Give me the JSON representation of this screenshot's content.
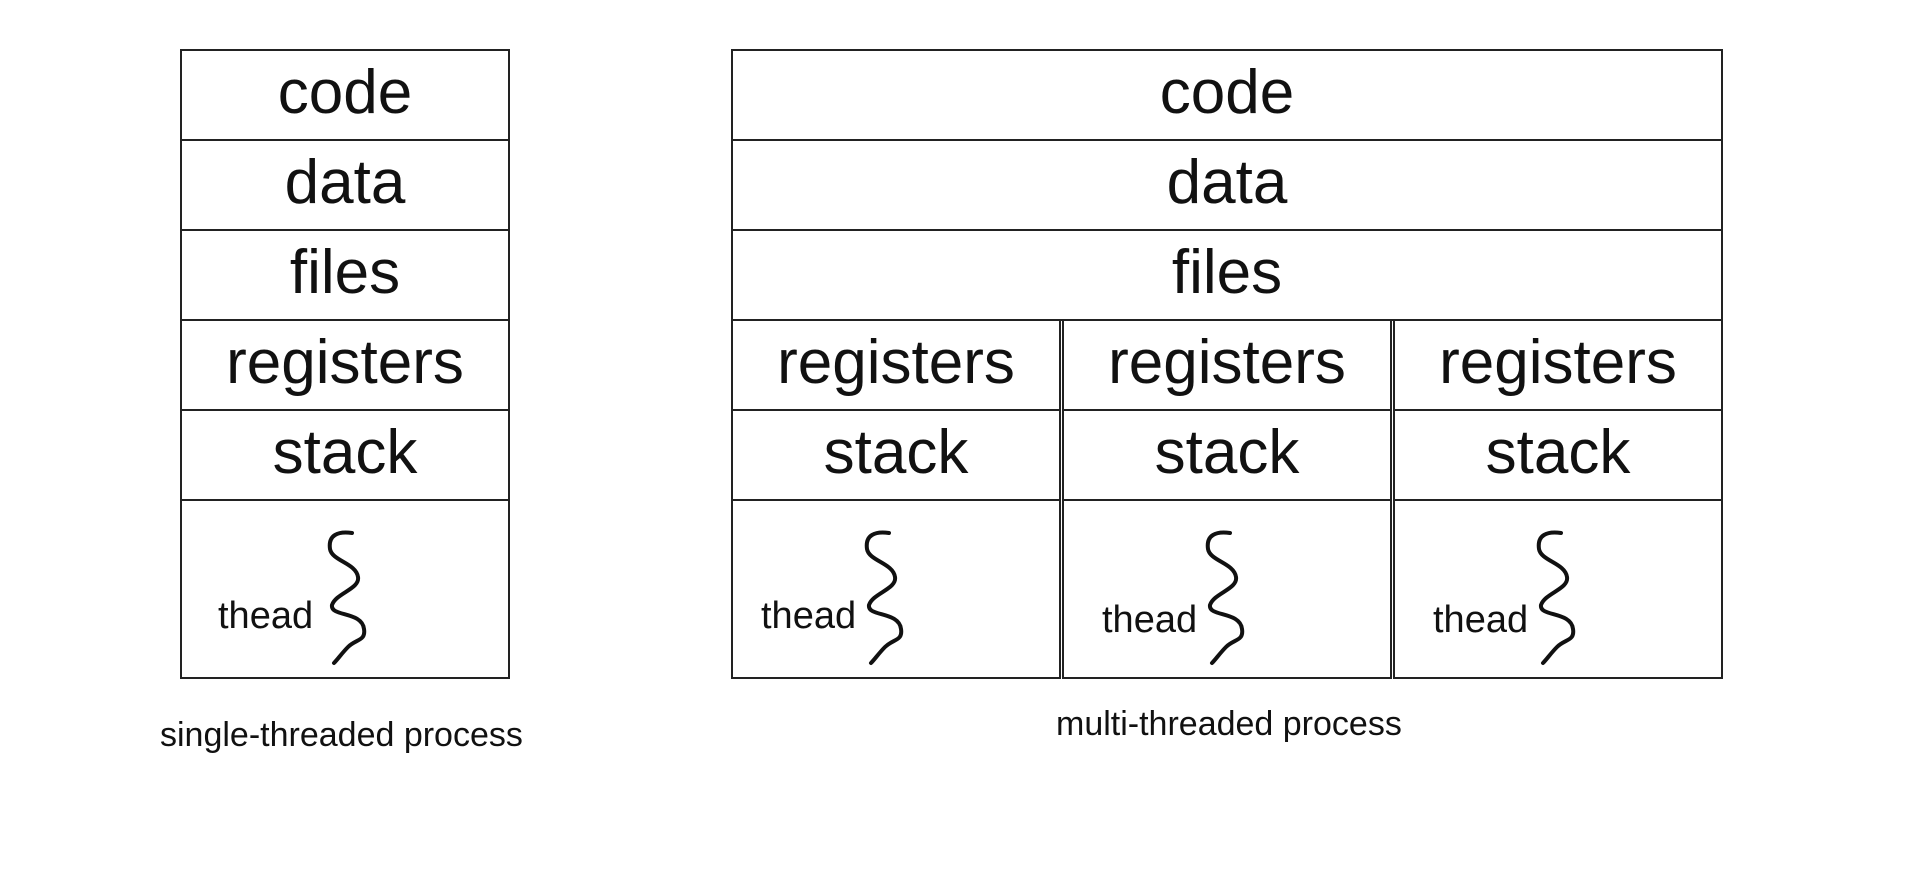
{
  "single": {
    "code": "code",
    "data": "data",
    "files": "files",
    "registers": "registers",
    "stack": "stack",
    "thread_label": "thead",
    "caption": "single-threaded process"
  },
  "multi": {
    "code": "code",
    "data": "data",
    "files": "files",
    "threads": [
      {
        "registers": "registers",
        "stack": "stack",
        "thread_label": "thead"
      },
      {
        "registers": "registers",
        "stack": "stack",
        "thread_label": "thead"
      },
      {
        "registers": "registers",
        "stack": "stack",
        "thread_label": "thead"
      }
    ],
    "caption": "multi-threaded process"
  },
  "thread_icon": "squiggle-thread-icon"
}
